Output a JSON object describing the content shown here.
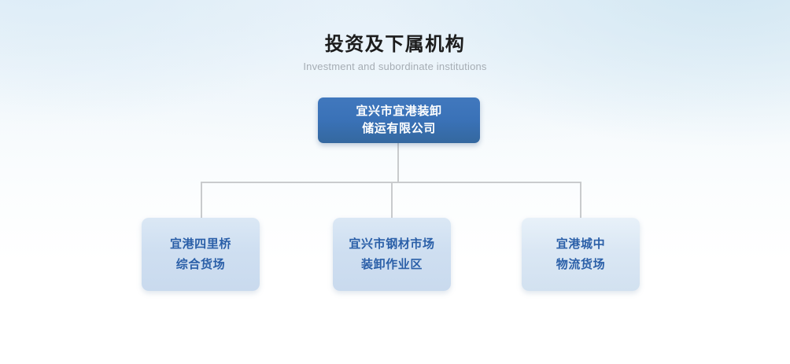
{
  "header": {
    "title": "投资及下属机构",
    "subtitle": "Investment and subordinate institutions"
  },
  "colors": {
    "root_fill": "#3a72b8",
    "root_text": "#ffffff",
    "child_fill": "#cfdff1",
    "child_text": "#2a5fa8",
    "connector": "#c9cbcd",
    "title_text": "#1c1c1c",
    "subtitle_text": "#a6adb4",
    "background_top": "#edf4fa",
    "background_bottom": "#ffffff"
  },
  "org_chart": {
    "root": {
      "name": "宜兴市宜港装卸储运有限公司",
      "lines": [
        "宜兴市宜港装卸",
        "储运有限公司"
      ]
    },
    "children": [
      {
        "name": "宜港四里桥综合货场",
        "lines": [
          "宜港四里桥",
          "综合货场"
        ]
      },
      {
        "name": "宜兴市钢材市场装卸作业区",
        "lines": [
          "宜兴市钢材市场",
          "装卸作业区"
        ]
      },
      {
        "name": "宜港城中物流货场",
        "lines": [
          "宜港城中",
          "物流货场"
        ]
      }
    ]
  }
}
